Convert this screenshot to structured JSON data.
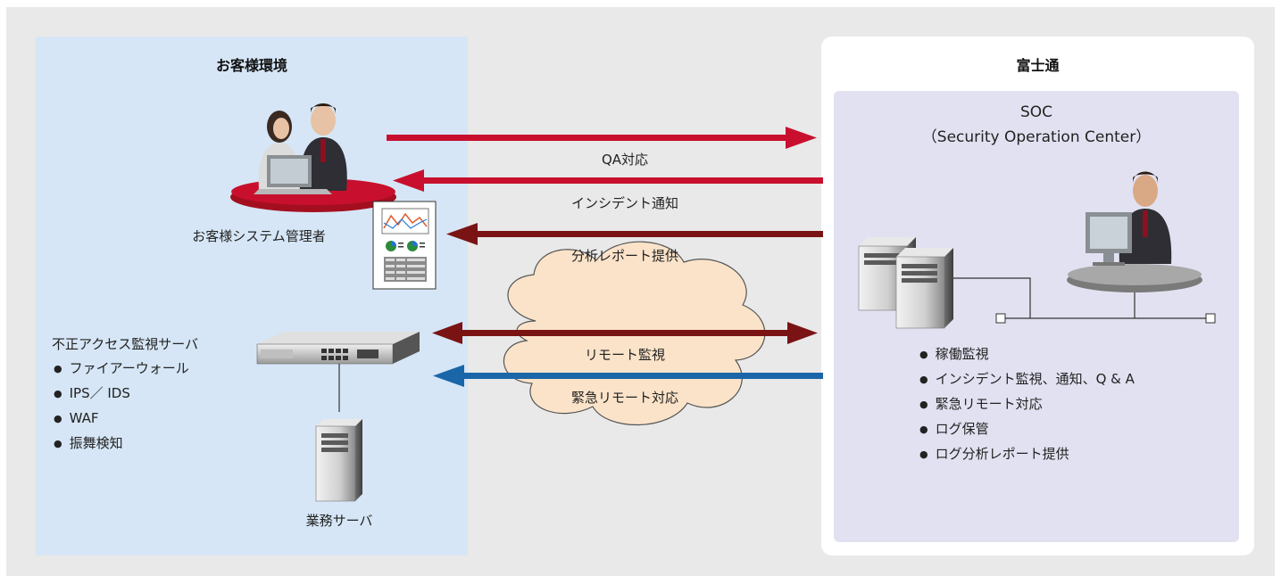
{
  "customer_env": {
    "title": "お客様環境",
    "admin_label": "お客様システム管理者",
    "monitor_server": {
      "title": "不正アクセス監視サーバ",
      "items": [
        "ファイアーウォール",
        "IPS／ IDS",
        "WAF",
        "振舞検知"
      ]
    },
    "business_server_label": "業務サーバ"
  },
  "fujitsu": {
    "title": "富士通",
    "soc_title": "SOC",
    "soc_subtitle": "（Security Operation Center）",
    "services": [
      "稼働監視",
      "インシデント監視、通知、Q & A",
      "緊急リモート対応",
      "ログ保管",
      "ログ分析レポート提供"
    ]
  },
  "flows": {
    "qa": "QA対応",
    "incident_notice": "インシデント通知",
    "report": "分析レポート提供",
    "remote_monitor": "リモート監視",
    "emergency_remote": "緊急リモート対応"
  },
  "colors": {
    "red_arrow": "#c8102e",
    "dark_red_arrow": "#7a1414",
    "blue_arrow": "#1a66a8",
    "cloud_fill": "#fbe3c9",
    "customer_bg": "#d6e6f6",
    "soc_bg": "#e2e1f1"
  }
}
